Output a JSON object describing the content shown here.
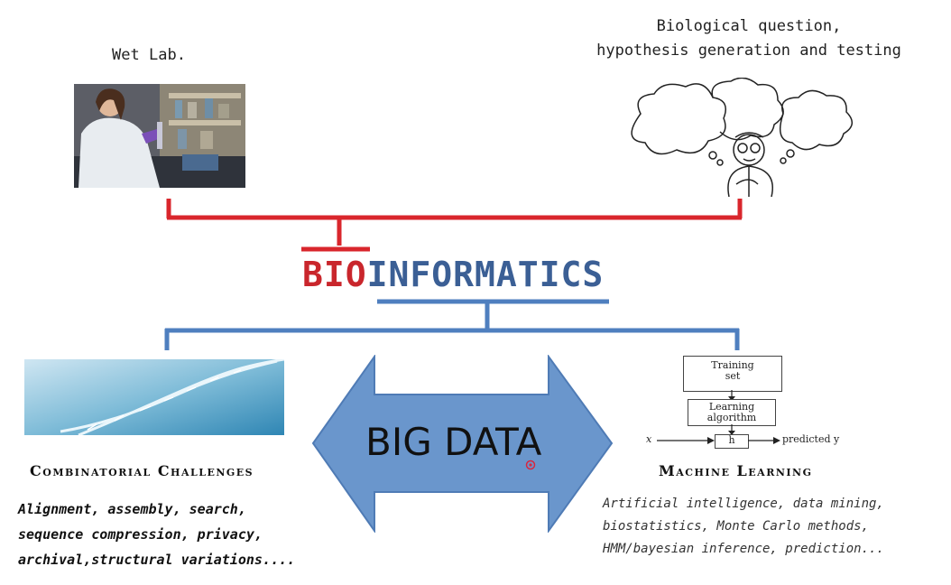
{
  "top_left": {
    "label": "Wet Lab."
  },
  "top_right": {
    "label": "Biological question,\nhypothesis generation and testing"
  },
  "center": {
    "title_red": "BIO",
    "title_blue": "INFORMATICS"
  },
  "arrow": {
    "label": "BIG DATA"
  },
  "left": {
    "heading": "Combinatorial Challenges",
    "description": "Alignment, assembly, search,\nsequence compression, privacy,\narchival,structural variations...."
  },
  "right": {
    "heading": "Machine Learning",
    "description": "Artificial intelligence, data mining,\nbiostatistics, Monte Carlo methods,\nHMM/bayesian inference, prediction...",
    "ml_diagram": {
      "box1": "Training\nset",
      "box2": "Learning\nalgorithm",
      "box3": "h",
      "input": "x",
      "output": "predicted y"
    }
  },
  "colors": {
    "red": "#d9262c",
    "blue": "#4f7fbf",
    "arrow_fill": "#6a96cc"
  }
}
